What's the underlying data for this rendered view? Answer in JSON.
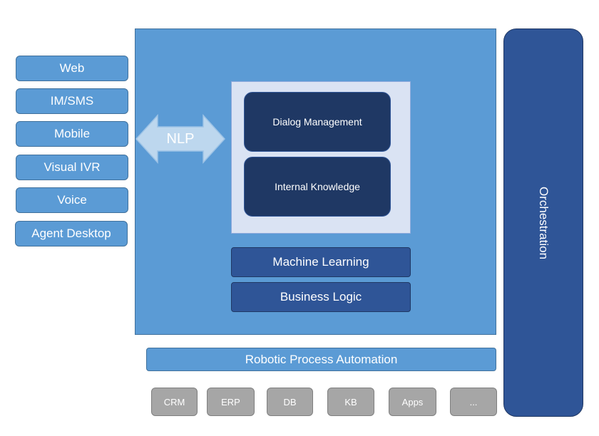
{
  "channels": [
    {
      "label": "Web"
    },
    {
      "label": "IM/SMS"
    },
    {
      "label": "Mobile"
    },
    {
      "label": "Visual IVR"
    },
    {
      "label": "Voice"
    },
    {
      "label": "Agent Desktop"
    }
  ],
  "nlp": {
    "label": "NLP"
  },
  "core": {
    "dialog_management": "Dialog Management",
    "internal_knowledge": "Internal Knowledge",
    "machine_learning": "Machine Learning",
    "business_logic": "Business Logic"
  },
  "rpa": {
    "label": "Robotic Process Automation"
  },
  "systems": [
    {
      "label": "CRM"
    },
    {
      "label": "ERP"
    },
    {
      "label": "DB"
    },
    {
      "label": "KB"
    },
    {
      "label": "Apps"
    },
    {
      "label": "..."
    }
  ],
  "orchestration": {
    "label": "Orchestration"
  },
  "colors": {
    "light_blue": "#5b9bd5",
    "mid_blue": "#2f5597",
    "dark_navy": "#1f3864",
    "pale_blue": "#dae3f3",
    "arrow_fill": "#bdd7ee",
    "system_gray": "#a6a6a6"
  }
}
